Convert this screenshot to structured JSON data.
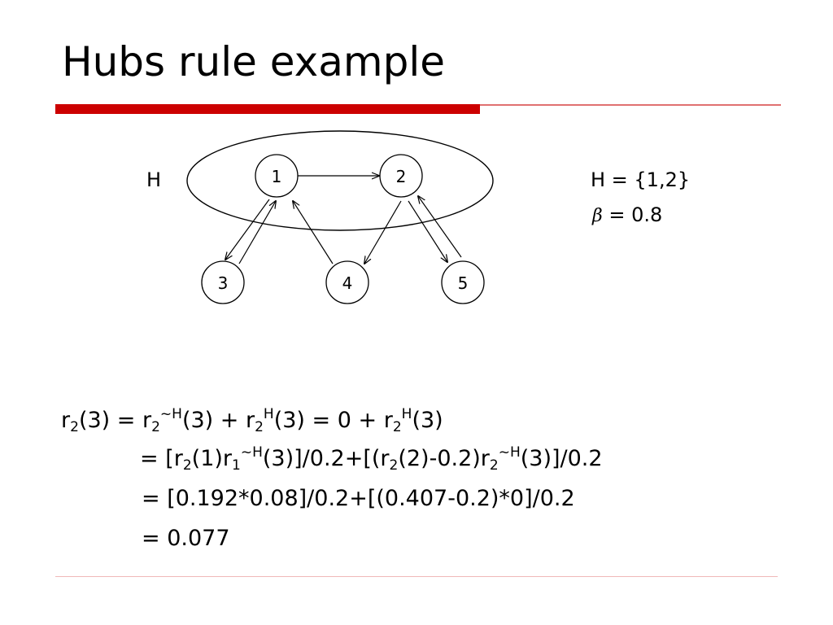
{
  "slide": {
    "title": "Hubs rule example"
  },
  "colors": {
    "accent_bar": "#cc0000",
    "accent_line": "#e07070",
    "bottom_rule": "#f0b8b8"
  },
  "diagram": {
    "set_label": "H",
    "nodes": [
      "1",
      "2",
      "3",
      "4",
      "5"
    ]
  },
  "notes": {
    "h_set": "H = {1,2}",
    "beta_symbol": "β",
    "beta_value": " = 0.8"
  },
  "formula": {
    "line1": {
      "p1": "r",
      "p1_sub": "2",
      "p2": "(3) = r",
      "p2_sub": "2",
      "p2_sup": "~H",
      "p3": "(3) + r",
      "p3_sub": "2",
      "p3_sup": "H",
      "p4": "(3) = 0 + r",
      "p4_sub": "2",
      "p4_sup": "H",
      "p5": "(3)"
    },
    "line2": {
      "p1": "= [r",
      "p1_sub": "2",
      "p2": "(1)r",
      "p2_sub": "1",
      "p2_sup": "~H",
      "p3": "(3)]/0.2+[(r",
      "p3_sub": "2",
      "p4": "(2)-0.2)r",
      "p4_sub": "2",
      "p4_sup": "~H",
      "p5": "(3)]/0.2"
    },
    "line3": "= [0.192*0.08]/0.2+[(0.407-0.2)*0]/0.2",
    "line4": "= 0.077"
  }
}
